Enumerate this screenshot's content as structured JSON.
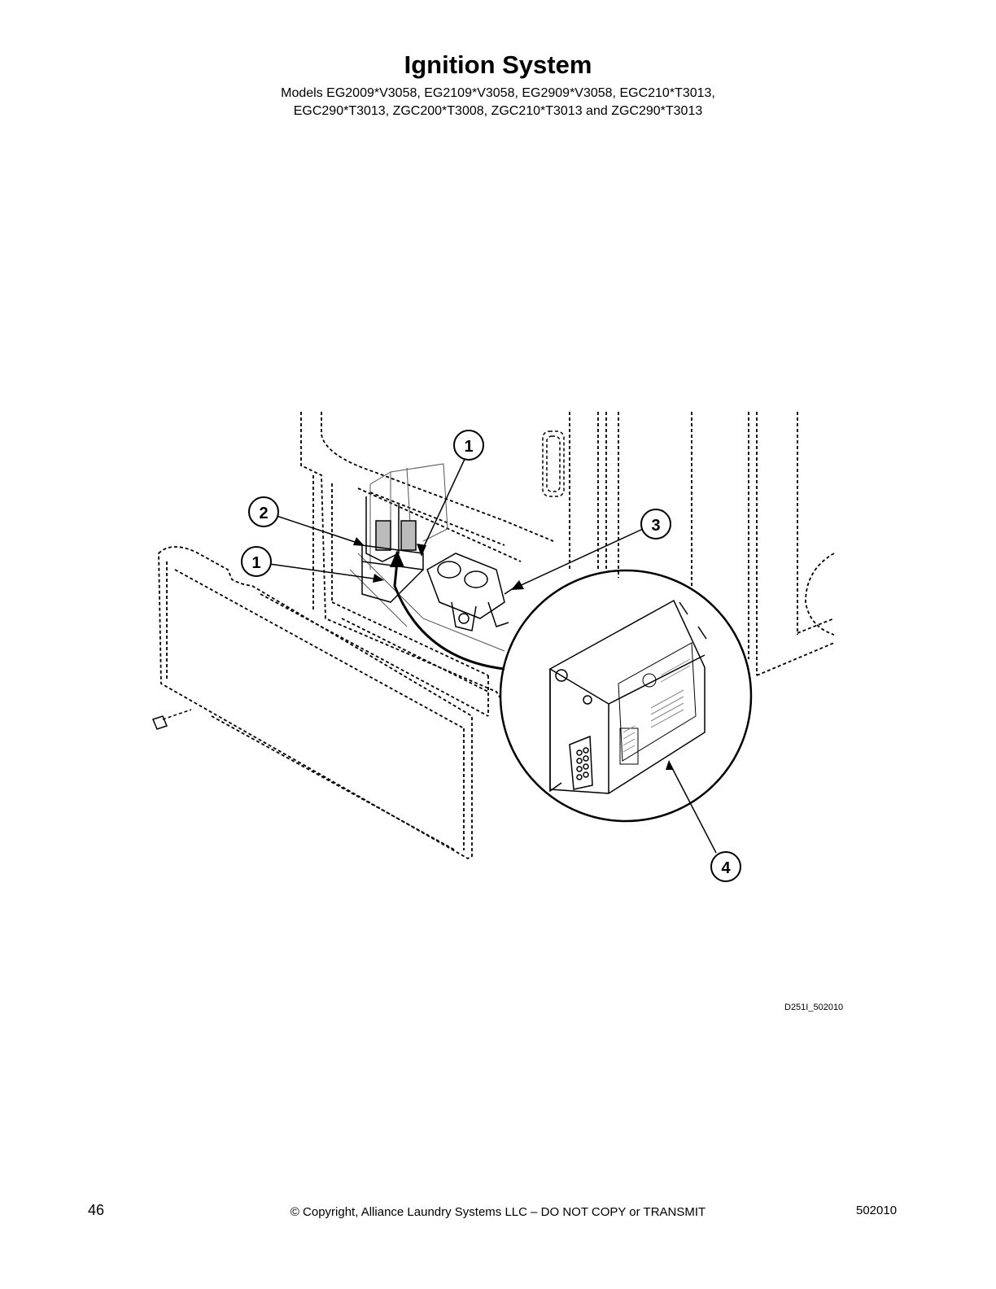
{
  "header": {
    "title": "Ignition System",
    "subtitle_line1": "Models EG2009*V3058, EG2109*V3058, EG2909*V3058, EGC210*T3013,",
    "subtitle_line2": "EGC290*T3013, ZGC200*T3008, ZGC210*T3013 and ZGC290*T3013"
  },
  "callouts": [
    "1",
    "2",
    "1",
    "3",
    "4"
  ],
  "figure_id": "D251I_502010",
  "footer": {
    "page_number": "46",
    "copyright": "© Copyright, Alliance Laundry Systems LLC – DO NOT COPY or TRANSMIT",
    "doc_code": "502010"
  }
}
